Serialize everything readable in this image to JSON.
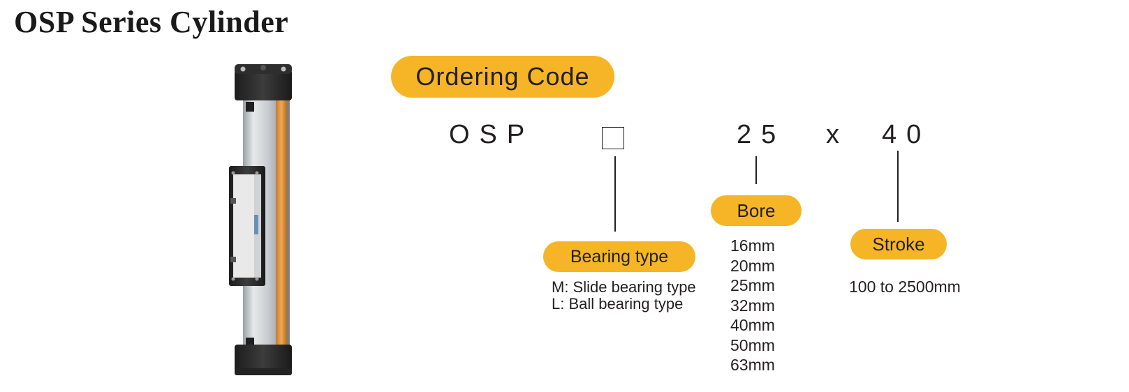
{
  "page": {
    "title": "OSP Series Cylinder"
  },
  "ordering_code": {
    "badge_label": "Ordering Code",
    "prefix": "OSP",
    "bore_value": "25",
    "separator": "x",
    "stroke_value": "40"
  },
  "bearing": {
    "label": "Bearing type",
    "options": [
      "M: Slide bearing type",
      "L: Ball bearing type"
    ]
  },
  "bore": {
    "label": "Bore",
    "options": [
      "16mm",
      "20mm",
      "25mm",
      "32mm",
      "40mm",
      "50mm",
      "63mm"
    ]
  },
  "stroke": {
    "label": "Stroke",
    "range": "100 to 2500mm"
  },
  "colors": {
    "badge": "#f6b526",
    "text": "#231f20",
    "rail_orange": "#e8963a",
    "cap_dark": "#2b2b2b"
  }
}
